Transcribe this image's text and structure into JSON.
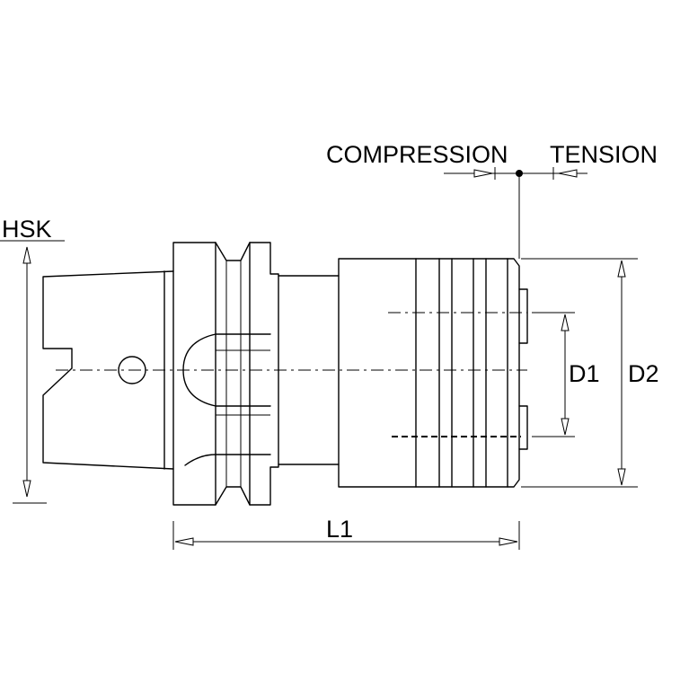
{
  "labels": {
    "hsk": "HSK",
    "compression": "COMPRESSION",
    "tension": "TENSION",
    "d1": "D1",
    "d2": "D2",
    "l1": "L1"
  }
}
